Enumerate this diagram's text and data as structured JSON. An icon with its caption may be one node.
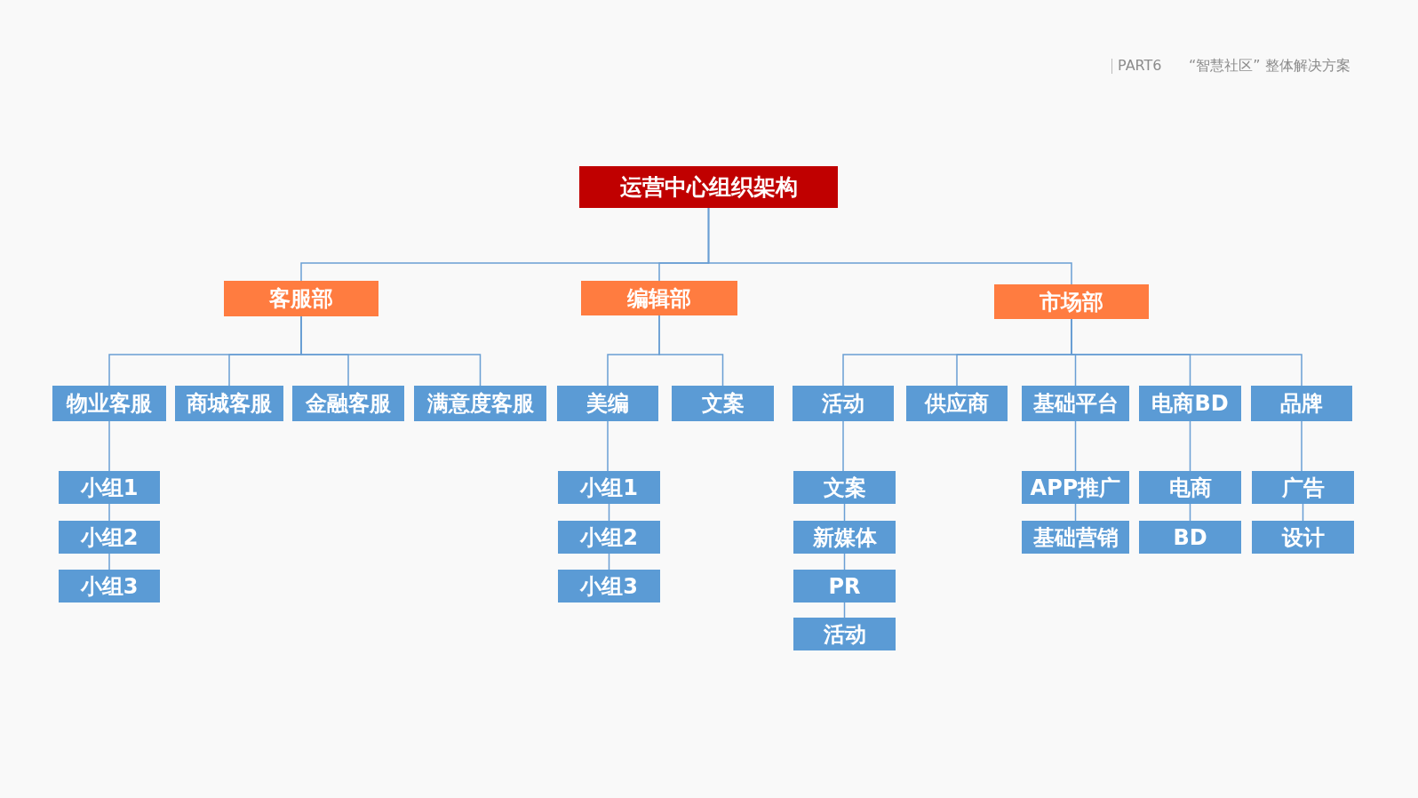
{
  "diagram": {
    "nodes": [
      {
        "text": [
          "运营中心组织架构"
        ]
      },
      {
        "text": [
          "客服部"
        ]
      },
      {
        "text": [
          "编辑部"
        ]
      },
      {
        "text": [
          "市场部"
        ]
      },
      {
        "text": [
          "物业客服"
        ]
      },
      {
        "text": [
          "商城客服"
        ]
      },
      {
        "text": [
          "金融客服"
        ]
      },
      {
        "text": [
          "满意度客服"
        ]
      },
      {
        "text": [
          "美编"
        ]
      },
      {
        "text": [
          "文案"
        ]
      },
      {
        "text": [
          "活动"
        ]
      },
      {
        "text": [
          "供应商"
        ]
      },
      {
        "text": [
          "基础平台"
        ]
      },
      {
        "text": [
          "电商BD"
        ]
      },
      {
        "text": [
          "品牌"
        ]
      },
      {
        "text": [
          "小组1"
        ]
      },
      {
        "text": [
          "小组2"
        ]
      },
      {
        "text": [
          "小组3"
        ]
      },
      {
        "text": [
          "小组1"
        ]
      },
      {
        "text": [
          "小组2"
        ]
      },
      {
        "text": [
          "小组3"
        ]
      },
      {
        "text": [
          "文案"
        ]
      },
      {
        "text": [
          "新媒体"
        ]
      },
      {
        "text": [
          "PR"
        ]
      },
      {
        "text": [
          "活动"
        ]
      },
      {
        "text": [
          "APP推广"
        ]
      },
      {
        "text": [
          "基础营销"
        ]
      },
      {
        "text": [
          "电商"
        ]
      },
      {
        "text": [
          "BD"
        ]
      },
      {
        "text": [
          "广告"
        ]
      },
      {
        "text": [
          "设计"
        ]
      }
    ],
    "edges": [
      {
        "from": 0,
        "to": 1,
        "arrow": "none"
      },
      {
        "from": 0,
        "to": 2,
        "arrow": "none"
      },
      {
        "from": 0,
        "to": 3,
        "arrow": "none"
      },
      {
        "from": 1,
        "to": 4,
        "arrow": "none"
      },
      {
        "from": 1,
        "to": 5,
        "arrow": "none"
      },
      {
        "from": 1,
        "to": 6,
        "arrow": "none"
      },
      {
        "from": 1,
        "to": 7,
        "arrow": "none"
      },
      {
        "from": 2,
        "to": 8,
        "arrow": "none"
      },
      {
        "from": 2,
        "to": 9,
        "arrow": "none"
      },
      {
        "from": 3,
        "to": 10,
        "arrow": "none"
      },
      {
        "from": 3,
        "to": 11,
        "arrow": "none"
      },
      {
        "from": 3,
        "to": 12,
        "arrow": "none"
      },
      {
        "from": 3,
        "to": 13,
        "arrow": "none"
      },
      {
        "from": 3,
        "to": 14,
        "arrow": "none"
      },
      {
        "from": 4,
        "to": 15,
        "arrow": "none"
      },
      {
        "from": 15,
        "to": 16,
        "arrow": "none"
      },
      {
        "from": 16,
        "to": 17,
        "arrow": "none"
      },
      {
        "from": 8,
        "to": 18,
        "arrow": "none"
      },
      {
        "from": 18,
        "to": 19,
        "arrow": "none"
      },
      {
        "from": 19,
        "to": 20,
        "arrow": "none"
      },
      {
        "from": 10,
        "to": 21,
        "arrow": "none"
      },
      {
        "from": 21,
        "to": 22,
        "arrow": "none"
      },
      {
        "from": 22,
        "to": 23,
        "arrow": "none"
      },
      {
        "from": 23,
        "to": 24,
        "arrow": "none"
      },
      {
        "from": 12,
        "to": 25,
        "arrow": "none"
      },
      {
        "from": 25,
        "to": 26,
        "arrow": "none"
      },
      {
        "from": 13,
        "to": 27,
        "arrow": "none"
      },
      {
        "from": 27,
        "to": 28,
        "arrow": "none"
      },
      {
        "from": 14,
        "to": 29,
        "arrow": "none"
      },
      {
        "from": 29,
        "to": 30,
        "arrow": "none"
      }
    ],
    "labels": [
      "PART6",
      "“智慧社区” 整体解决方案"
    ]
  }
}
